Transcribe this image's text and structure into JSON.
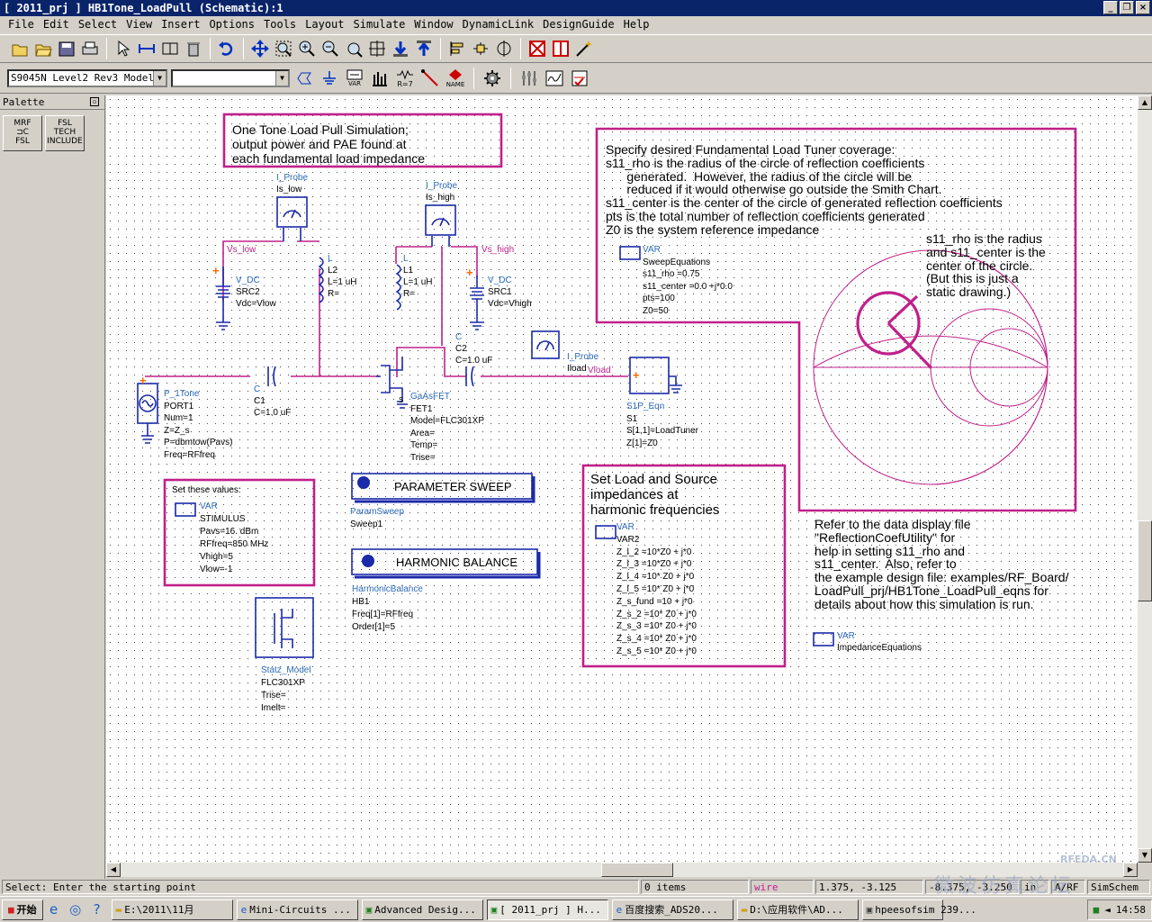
{
  "window": {
    "title": "[ 2011_prj ] HB1Tone_LoadPull (Schematic):1",
    "min": "_",
    "max": "❐",
    "close": "×"
  },
  "menu": [
    "File",
    "Edit",
    "Select",
    "View",
    "Insert",
    "Options",
    "Tools",
    "Layout",
    "Simulate",
    "Window",
    "DynamicLink",
    "DesignGuide",
    "Help"
  ],
  "toolbar2": {
    "library_combo": "S9045N Level2 Rev3 Model",
    "component_combo": "",
    "var_label": "VAR",
    "name_label": "NAME",
    "r_label": "R=7"
  },
  "palette": {
    "title": "Palette",
    "item1": "MRF\n⊐C\nFSL",
    "item2": "FSL\nTECH\nINCLUDE"
  },
  "schematic": {
    "note_title": "One Tone Load Pull Simulation;\noutput power and PAE found at\neach fundamental load impedance",
    "iprobe_low": {
      "type": "I_Probe",
      "name": "Is_low"
    },
    "iprobe_high": {
      "type": "I_Probe",
      "name": "Is_high"
    },
    "vs_low": "Vs_low",
    "vs_high": "Vs_high",
    "src2": [
      "V_DC",
      "SRC2",
      "Vdc=Vlow"
    ],
    "src1": [
      "V_DC",
      "SRC1",
      "Vdc=Vhigh"
    ],
    "l2": [
      "L",
      "L2",
      "L=1 uH",
      "R="
    ],
    "l1": [
      "L",
      "L1",
      "L=1 uH",
      "R="
    ],
    "c1": [
      "C",
      "C1",
      "C=1.0 uF"
    ],
    "c2": [
      "C",
      "C2",
      "C=1.0 uF"
    ],
    "port1": [
      "P_1Tone",
      "PORT1",
      "Num=1",
      "Z=Z_s",
      "P=dbmtow(Pavs)",
      "Freq=RFfreq"
    ],
    "fet1": [
      "GaAsFET",
      "FET1",
      "Model=FLC301XP",
      "Area=",
      "Temp=",
      "Trise="
    ],
    "iprobe_load": {
      "type": "I_Probe",
      "name": "Iload"
    },
    "vload": "Vload",
    "s1p": [
      "S1P_Eqn",
      "S1",
      "S[1,1]=LoadTuner",
      "Z[1]=Z0"
    ],
    "stimulus_note": "Set these values:",
    "stimulus": [
      "VAR",
      "STIMULUS",
      "Pavs=16. dBm",
      "RFfreq=850 MHz",
      "Vhigh=5",
      "Vlow=-1"
    ],
    "statz": [
      "Statz_Model",
      "FLC301XP",
      "Trise=",
      "Imelt="
    ],
    "param_sweep_title": "PARAMETER SWEEP",
    "param_sweep": [
      "ParamSweep",
      "Sweep1"
    ],
    "hb_title": "HARMONIC BALANCE",
    "hb": [
      "HarmonicBalance",
      "HB1",
      "Freq[1]=RFfreq",
      "Order[1]=5"
    ],
    "tuner_note": "Specify desired Fundamental Load Tuner coverage:\ns11_rho is the radius of the circle of reflection coefficients\n      generated.  However, the radius of the circle will be\n      reduced if it would otherwise go outside the Smith Chart.\ns11_center is the center of the circle of generated reflection coefficients\npts is the total number of reflection coefficients generated\nZ0 is the system reference impedance",
    "sweep_eqns": [
      "VAR",
      "SweepEquations",
      "s11_rho =0.75",
      "s11_center =0.0 +j*0.0",
      "pts=100",
      "Z0=50"
    ],
    "smith_note": "s11_rho is the radius\nand s11_center is the\ncenter of the circle.\n(But this is just a\nstatic drawing.)",
    "harm_note": "Set Load and Source\nimpedances at\nharmonic frequencies",
    "var2": [
      "VAR",
      "VAR2",
      "Z_l_2 =10*Z0 + j*0",
      "Z_l_3 =10*Z0 + j*0",
      "Z_l_4 =10* Z0 + j*0",
      "Z_l_5 =10* Z0 + j*0",
      "Z_s_fund =10 + j*0",
      "Z_s_2 =10* Z0 + j*0",
      "Z_s_3 =10* Z0 + j*0",
      "Z_s_4 =10* Z0 + j*0",
      "Z_s_5 =10* Z0 + j*0"
    ],
    "refer_note": "Refer to the data display file\n\"ReflectionCoefUtility\" for\nhelp in setting s11_rho and\ns11_center.  Also, refer to\nthe example design file: examples/RF_Board/\nLoadPull_prj/HB1Tone_LoadPull_eqns for\ndetails about how this simulation is run.",
    "imp_eqns": [
      "VAR",
      "ImpedanceEquations"
    ],
    "pin_s": "S"
  },
  "status": {
    "prompt": "Select: Enter the starting point",
    "items": "0 items",
    "mode": "wire",
    "coords": "1.375, -3.125",
    "coords2": "-8.375, -3.250",
    "unit": "in",
    "layer": "A/RF",
    "sim": "SimSchem"
  },
  "taskbar": {
    "start": "开始",
    "tasks": [
      "E:\\2011\\11月",
      "Mini-Circuits ...",
      "Advanced Desig...",
      "[ 2011_prj ] H...",
      "百度搜索_ADS20...",
      "D:\\应用软件\\AD...",
      "hpeesofsim 239..."
    ],
    "time": "14:58"
  },
  "watermark": {
    "site": "RFEDA.CN",
    "text": "微波仿真论坛"
  },
  "colors": {
    "wire": "#c0208a",
    "component": "#1a2aa8",
    "label": "#2a6ab8",
    "titlebar": "#0a246a"
  }
}
